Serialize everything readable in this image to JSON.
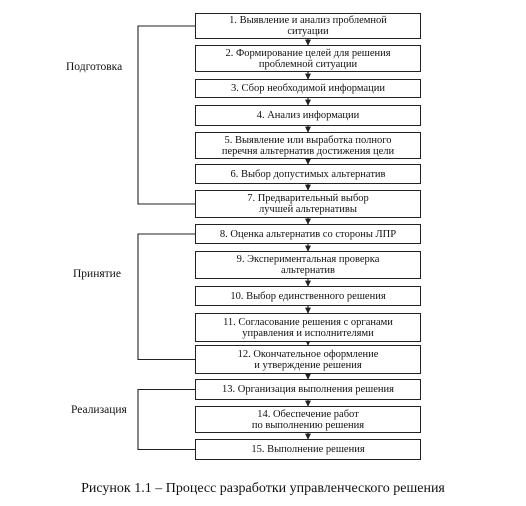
{
  "phases": [
    {
      "label": "Подготовка"
    },
    {
      "label": "Принятие"
    },
    {
      "label": "Реализация"
    }
  ],
  "steps": [
    {
      "text": "1. Выявление и анализ проблемной\nситуации"
    },
    {
      "text": "2. Формирование целей для решения\nпроблемной ситуации"
    },
    {
      "text": "3. Сбор необходимой информации"
    },
    {
      "text": "4. Анализ информации"
    },
    {
      "text": "5. Выявление или выработка полного\nперечня альтернатив достижения цели"
    },
    {
      "text": "6. Выбор допустимых альтернатив"
    },
    {
      "text": "7. Предварительный выбор\nлучшей альтернативы"
    },
    {
      "text": "8. Оценка альтернатив со стороны ЛПР"
    },
    {
      "text": "9. Экспериментальная проверка\nальтернатив"
    },
    {
      "text": "10. Выбор единственного решения"
    },
    {
      "text": "11. Согласование решения с органами\nуправления и исполнителями"
    },
    {
      "text": "12. Окончательное оформление\nи утверждение решения"
    },
    {
      "text": "13. Организация выполнения решения"
    },
    {
      "text": "14. Обеспечение работ\nпо выполнению решения"
    },
    {
      "text": "15. Выполнение решения"
    }
  ],
  "caption": "Рисунок 1.1 – Процесс разработки управленческого решения"
}
